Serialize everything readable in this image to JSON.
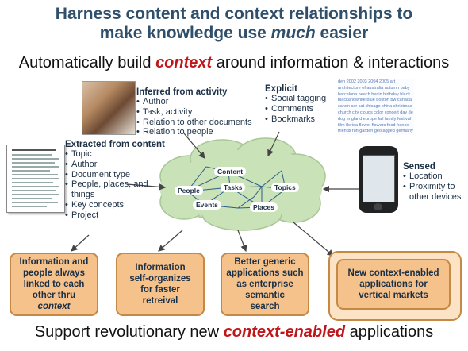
{
  "header": {
    "title_line1": "Harness content and context relationships to",
    "title_line2_prefix": "make knowledge use ",
    "title_line2_em": "much",
    "title_line2_suffix": " easier"
  },
  "subtitle": {
    "prefix": "Automatically build ",
    "highlight": "context",
    "suffix": " around information & interactions"
  },
  "inferred": {
    "title": "Inferred from activity",
    "items": [
      "Author",
      "Task, activity",
      "Relation to other documents",
      "Relation to people"
    ]
  },
  "explicit": {
    "title": "Explicit",
    "items": [
      "Social tagging",
      "Comments",
      "Bookmarks"
    ]
  },
  "tag_cloud_text": "den 2002 2003 2004 2005 art architecture of australia autumn baby barcelona beach berlin birthday black blackandwhite blue boston bw canada canon car cat chicago china christmas church city clouds color concert day de dog england europe fall family festival film florida flower flowers food france friends fun garden geotagged germany girl graffiti green halloween hawaii holiday home house india ireland island italy japan july kids lake landscape light live london macro me mexico mountain mountains museum music nature new newyork night nyc ocean paris park party people portrait red river rock san sanfrancisco scotland sea seattle show sky snow spain spring street summer sun sunset taiwan texas thailand tokyo toronto travel tree trees trip uk usa vacation washington water wedding",
  "extracted": {
    "title": "Extracted from content",
    "items": [
      "Topic",
      "Author",
      "Document type",
      "People, places, and things",
      "Key concepts",
      "Project"
    ]
  },
  "sensed": {
    "title": "Sensed",
    "items": [
      "Location",
      "Proximity to other devices"
    ]
  },
  "cloud_nodes": {
    "content": "Content",
    "people": "People",
    "tasks": "Tasks",
    "topics": "Topics",
    "events": "Events",
    "places": "Places"
  },
  "boxes": {
    "box1_line1": "Information and",
    "box1_line2": "people always",
    "box1_line3": "linked to each",
    "box1_line4": "other thru",
    "box1_em": "context",
    "box2_line1": "Information",
    "box2_line2": "self-organizes",
    "box2_line3": "for faster",
    "box2_line4": "retreival",
    "box3_line1": "Better generic",
    "box3_line2": "applications such",
    "box3_line3": "as enterprise",
    "box3_line4": "semantic",
    "box3_line5": "search",
    "box4_line1": "New context-enabled",
    "box4_line2": "applications for",
    "box4_line3": "vertical markets"
  },
  "bottom": {
    "prefix": "Support revolutionary new ",
    "highlight": "context-enabled",
    "suffix": " applications"
  },
  "colors": {
    "title": "#2f4f6b",
    "highlight": "#c0161a",
    "cloud": "#c9e2b8",
    "box_fill": "#f6c28c",
    "box_border": "#c48a45"
  },
  "icons": {
    "photo": "woman-at-computer-photo",
    "document": "document-thumbnail",
    "tag_cloud": "tag-cloud-image",
    "device": "smartphone-icon"
  }
}
